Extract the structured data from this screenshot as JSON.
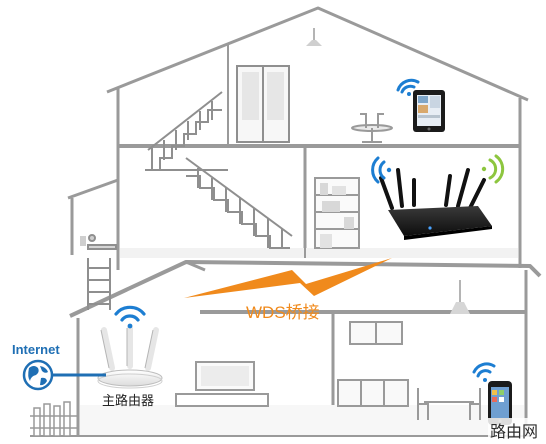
{
  "labels": {
    "internet": "Internet",
    "wds": "WDS桥接",
    "main_router": "主路由器",
    "watermark": "路由网"
  },
  "colors": {
    "house_outline": "#9a9a9a",
    "wall_fill": "#ffffff",
    "floor_fill": "#f2f2f2",
    "wifi_blue": "#1d7ed2",
    "wifi_green": "#8dc63f",
    "wds_orange": "#f08a1c",
    "internet_blue": "#1f6fb4",
    "router_white": "#f5f5f5",
    "router_black": "#1a1a1a"
  },
  "icons": [
    "globe-icon",
    "wifi-icon",
    "tablet-icon",
    "phone-icon",
    "lightning-bolt-icon"
  ]
}
